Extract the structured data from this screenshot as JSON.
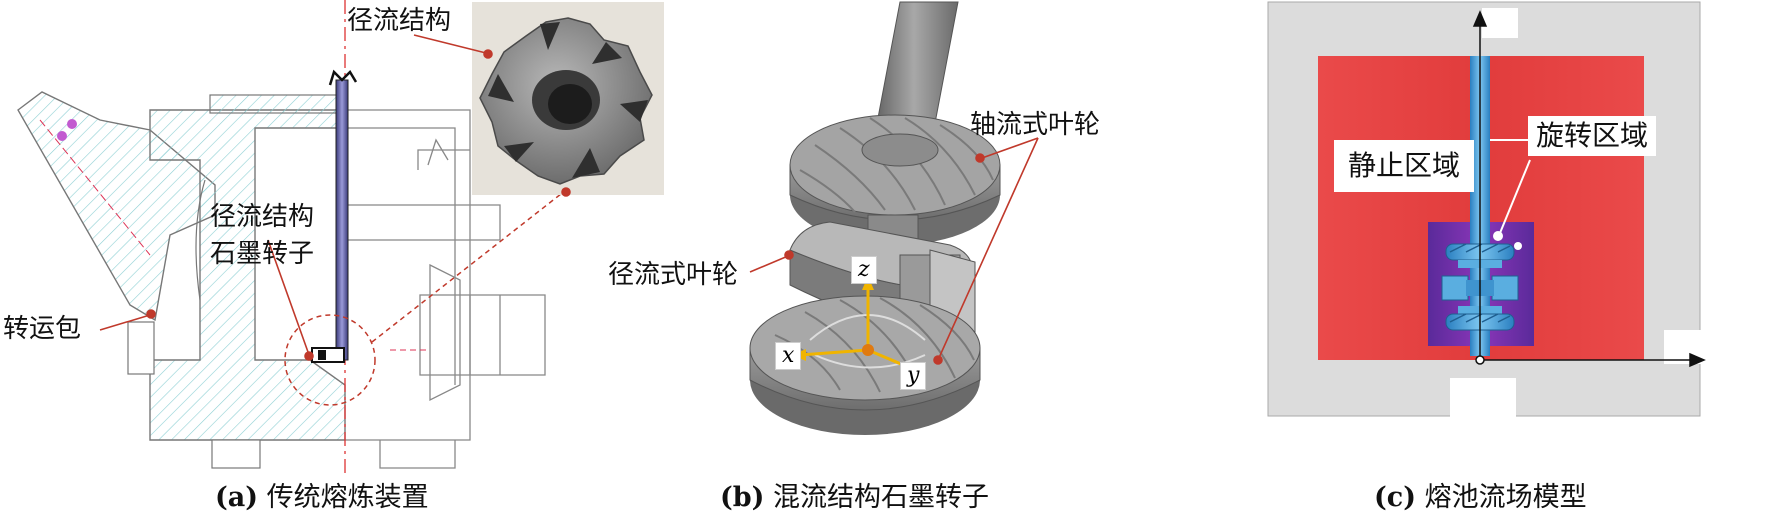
{
  "panels": {
    "a": {
      "caption_prefix": "(a)",
      "caption_text": "传统熔炼装置",
      "labels": {
        "radial_structure": "径流结构",
        "rotor_line1": "径流结构",
        "rotor_line2": "石墨转子",
        "ladle": "转运包"
      }
    },
    "b": {
      "caption_prefix": "(b)",
      "caption_text": "混流结构石墨转子",
      "labels": {
        "axial_impeller": "轴流式叶轮",
        "radial_impeller": "径流式叶轮"
      },
      "axes": {
        "x": "x",
        "y": "y",
        "z": "z"
      }
    },
    "c": {
      "caption_prefix": "(c)",
      "caption_text": "熔池流场模型",
      "labels": {
        "static_region": "静止区域",
        "rotating_region": "旋转区域"
      }
    }
  },
  "colors": {
    "leader_red": "#c0392b",
    "static_region": "#e84848",
    "rotating_region": "#6a2aa0",
    "hatch": "#8fd0d4",
    "impeller_gray": "#8a8a8a",
    "shaft_blue": "#4aa3e0"
  }
}
